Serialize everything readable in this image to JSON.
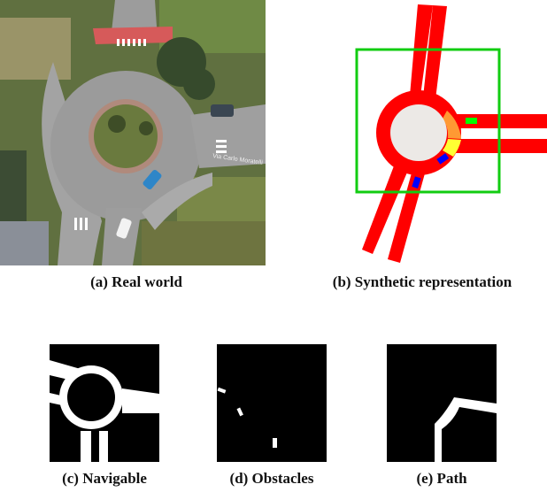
{
  "figure": {
    "panels": [
      {
        "id": "a",
        "caption": "(a) Real world",
        "content": "aerial-satellite-image-of-roundabout",
        "street_label": "Via Carlo Moratelli"
      },
      {
        "id": "b",
        "caption": "(b) Synthetic representation",
        "colors": {
          "road": "#ff0000",
          "island": "#ece9e6",
          "crop_box": "#11cc11",
          "agent": "#00ff00",
          "obstacle": "#0000ff",
          "path_orange": "#ff9933",
          "path_yellow": "#ffff33"
        }
      },
      {
        "id": "c",
        "caption": "(c) Navigable"
      },
      {
        "id": "d",
        "caption": "(d) Obstacles"
      },
      {
        "id": "e",
        "caption": "(e) Path"
      }
    ]
  }
}
